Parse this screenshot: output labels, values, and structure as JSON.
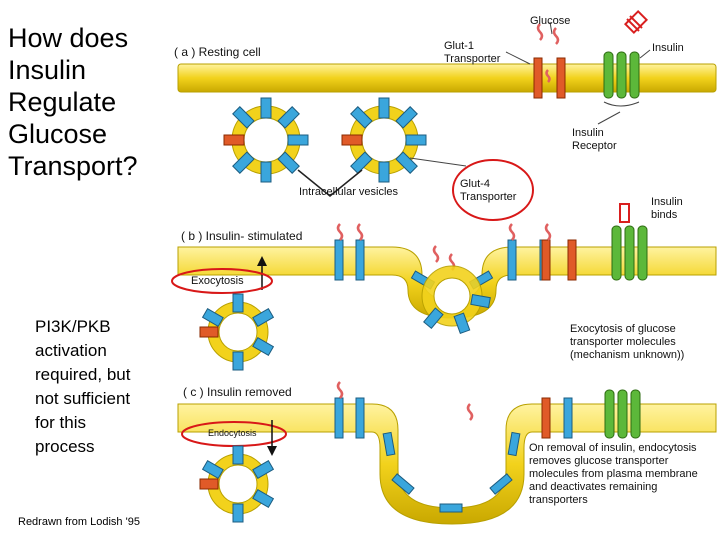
{
  "title": {
    "lines": [
      "How does",
      "Insulin",
      "Regulate",
      "Glucose",
      "Transport?"
    ]
  },
  "note": {
    "lines": [
      "PI3K/PKB",
      "activation",
      "required, but",
      "not sufficient",
      "for this",
      "process"
    ]
  },
  "credit": "Redrawn from Lodish '95",
  "panels": {
    "a_label": "( a ) Resting cell",
    "b_label": "( b ) Insulin- stimulated",
    "c_label": "( c ) Insulin removed"
  },
  "labels": {
    "glucose": "Glucose",
    "glut1": [
      "Glut-1",
      "Transporter"
    ],
    "insulin": "Insulin",
    "insulin_receptor": [
      "Insulin",
      "Receptor"
    ],
    "intracellular_vesicles": "Intracellular vesicles",
    "glut4": [
      "Glut-4",
      "Transporter"
    ],
    "insulin_binds": [
      "Insulin",
      "binds"
    ],
    "exocytosis": "Exocytosis",
    "exocytosis_desc": [
      "Exocytosis of glucose",
      "transporter molecules",
      "(mechanism unknown))"
    ],
    "endocytosis": "Endocytosis",
    "endocytosis_desc": [
      "On removal of insulin, endocytosis",
      "removes glucose transporter",
      "molecules from plasma membrane",
      "and deactivates remaining",
      "transporters"
    ]
  },
  "colors": {
    "membrane": "#f2d21c",
    "membrane_edge": "#b8a000",
    "transporter": "#3aa6dc",
    "glut1": "#e05a28",
    "receptor": "#5cb83a",
    "insulin_red": "#d91f1f",
    "glucose": "#e06060",
    "annotation_circle": "#d81818"
  }
}
